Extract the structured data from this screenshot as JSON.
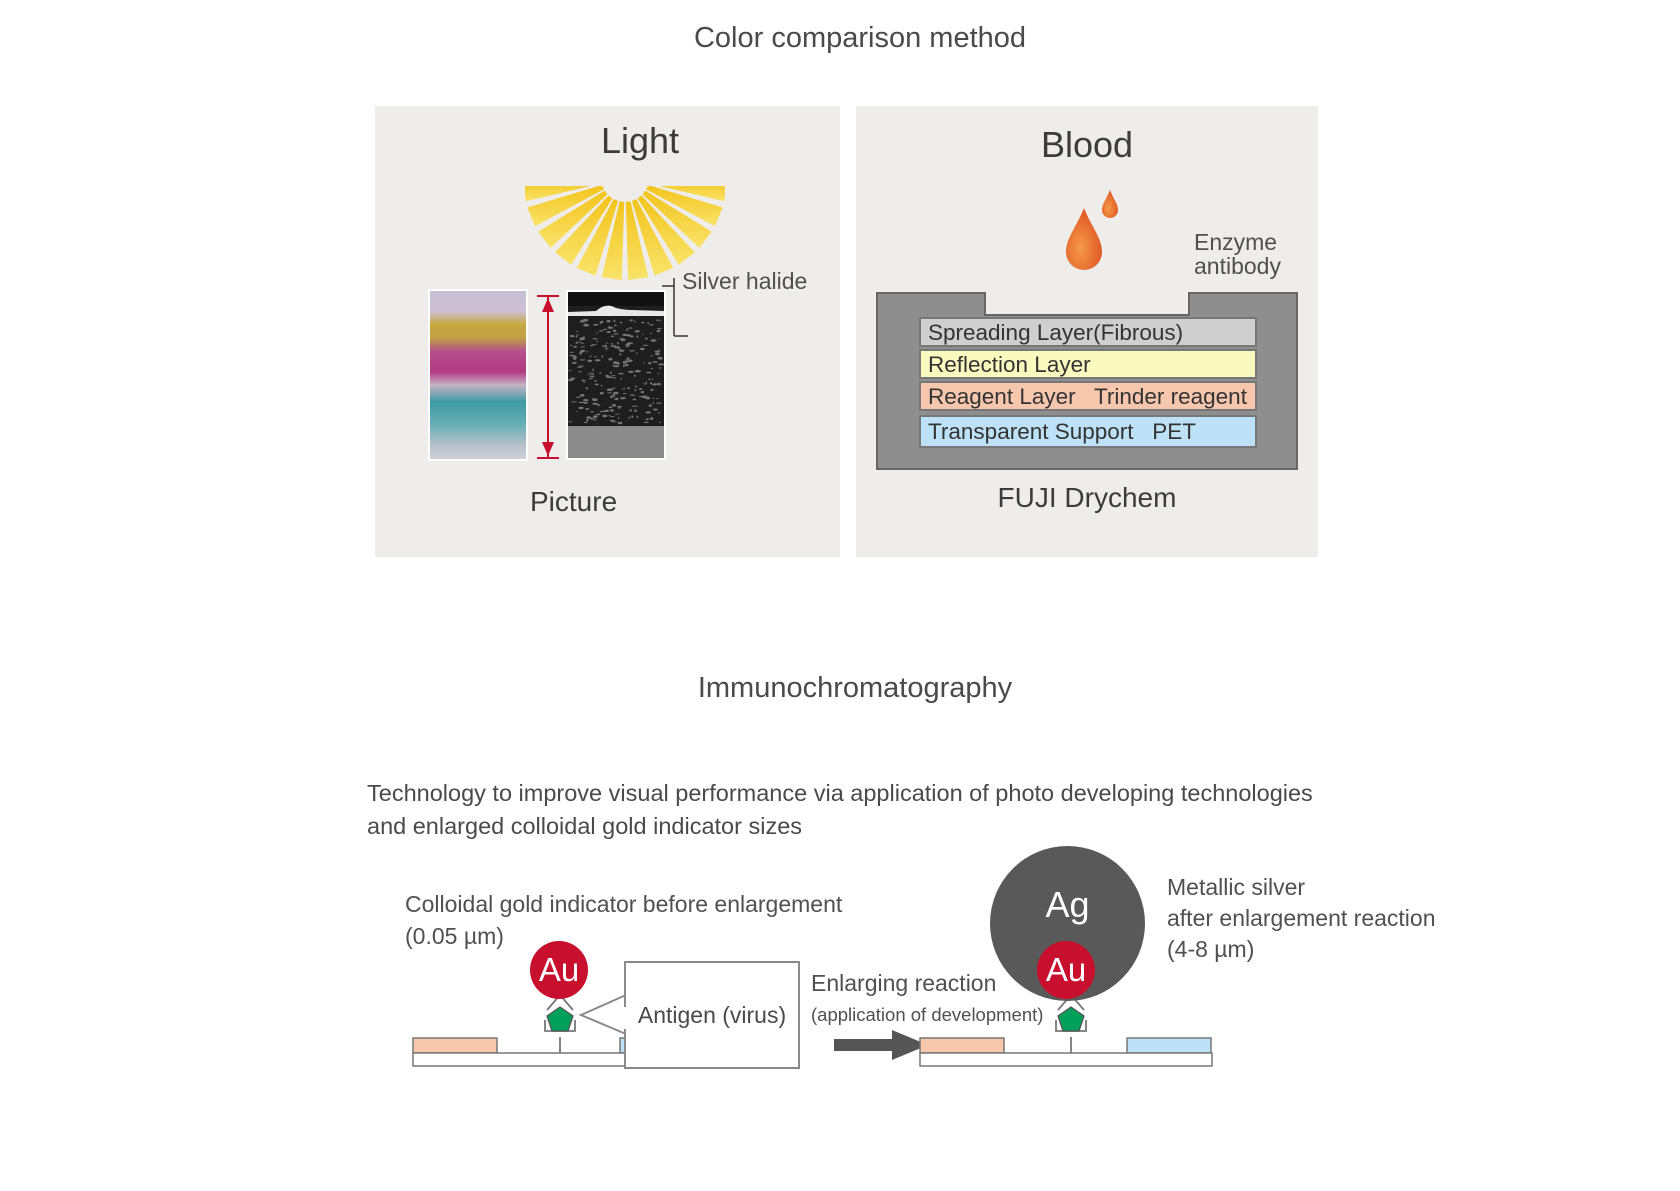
{
  "color_comparison": {
    "title": "Color comparison method",
    "left_panel": {
      "title": "Light",
      "silver_label": "Silver halide",
      "picture_label": "Picture"
    },
    "right_panel": {
      "title": "Blood",
      "enzyme_label_line1": "Enzyme",
      "enzyme_label_line2": "antibody",
      "layers": [
        {
          "label": "Spreading Layer(Fibrous)",
          "color": "#cfcfcf"
        },
        {
          "label": "Reflection Layer",
          "color": "#fafabf"
        },
        {
          "label": "Reagent Layer   Trinder reagent",
          "color": "#f6c6ad"
        },
        {
          "label": "Transparent Support   PET",
          "color": "#bde2f7"
        }
      ],
      "caption": "FUJI Drychem"
    }
  },
  "immuno": {
    "title": "Immunochromatography",
    "description_line1": "Technology to improve visual performance via application of photo developing technologies",
    "description_line2": "and enlarged colloidal gold indicator sizes",
    "before_label_line1": "Colloidal gold indicator before enlargement",
    "before_label_line2": "(0.05 µm)",
    "gold_symbol": "Au",
    "antigen_label": "Antigen (virus)",
    "reaction_label": "Enlarging reaction",
    "reaction_sub": "(application of development)",
    "silver_symbol": "Ag",
    "after_label_line1": "Metallic silver",
    "after_label_line2": "after enlargement reaction",
    "after_label_line3": "(4-8 µm)"
  },
  "colors": {
    "panel_bg": "#eeedeb",
    "gold_red": "#c8102e",
    "antigen_green": "#00a05a",
    "silver_gray": "#595959",
    "drop_orange": "#e8612c",
    "pad_pink": "#f6c6ad",
    "pad_blue": "#bde2f7"
  }
}
